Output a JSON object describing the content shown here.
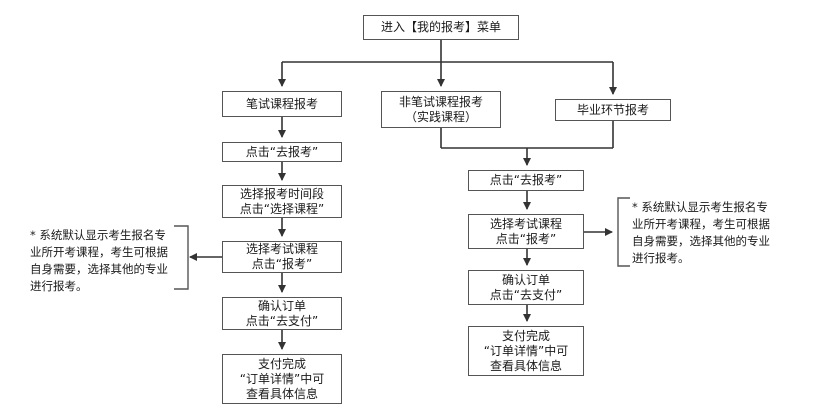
{
  "root": "进入【我的报考】菜单",
  "branches": {
    "written": "笔试课程报考",
    "nonwritten": [
      "非笔试课程报考",
      "（实践课程）"
    ],
    "graduation": "毕业环节报考"
  },
  "left_steps": [
    [
      "点击“去报考”"
    ],
    [
      "选择报考时间段",
      "点击“选择课程”"
    ],
    [
      "选择考试课程",
      "点击“报考”"
    ],
    [
      "确认订单",
      "点击“去支付”"
    ],
    [
      "支付完成",
      "“订单详情”中可",
      "查看具体信息"
    ]
  ],
  "right_steps": [
    [
      "点击“去报考”"
    ],
    [
      "选择考试课程",
      "点击“报考”"
    ],
    [
      "确认订单",
      "点击“去支付”"
    ],
    [
      "支付完成",
      "“订单详情”中可",
      "查看具体信息"
    ]
  ],
  "left_note": [
    "* 系统默认显示考生报名专",
    "业所开考课程，考生可根据",
    "自身需要，选择其他的专业",
    "进行报考。"
  ],
  "right_note": [
    "* 系统默认显示考生报名专",
    "业所开考课程，考生可根据",
    "自身需要，选择其他的专业",
    "进行报考。"
  ]
}
